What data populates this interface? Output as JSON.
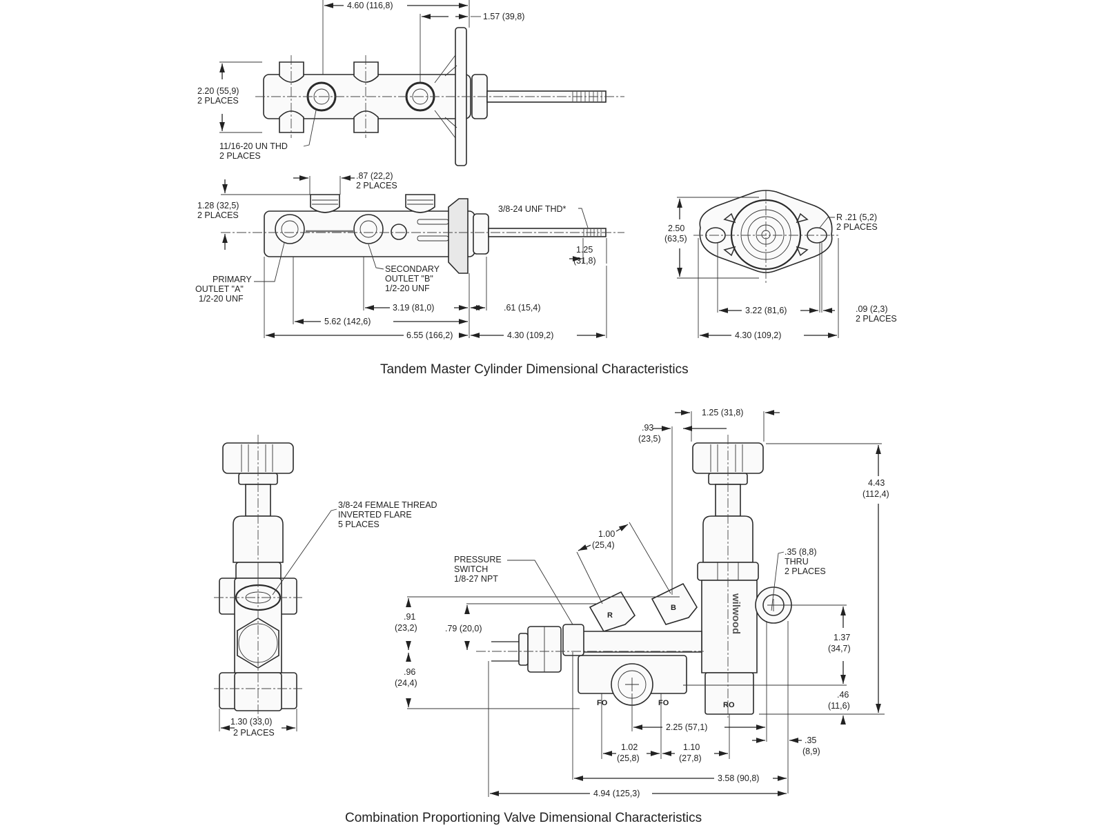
{
  "captions": {
    "top": "Tandem Master Cylinder Dimensional Characteristics",
    "bottom": "Combination Proportioning Valve Dimensional Characteristics"
  },
  "master_cylinder": {
    "top_view": {
      "dim_4_60": "4.60 (116,8)",
      "dim_1_57": "1.57 (39,8)",
      "dim_2_20": "2.20 (55,9)",
      "dim_2_20_note": "2 PLACES",
      "thread_note_1": "11/16-20 UN THD",
      "thread_note_2": "2 PLACES"
    },
    "side_view": {
      "dim_87": ".87 (22,2)",
      "dim_87_note": "2 PLACES",
      "dim_1_28": "1.28 (32,5)",
      "dim_1_28_note": "2 PLACES",
      "rod_thread": "3/8-24 UNF THD*",
      "dim_1_25_a": "1.25",
      "dim_1_25_b": "(31,8)",
      "primary_1": "PRIMARY",
      "primary_2": "OUTLET \"A\"",
      "primary_3": "1/2-20 UNF",
      "secondary_1": "SECONDARY",
      "secondary_2": "OUTLET \"B\"",
      "secondary_3": "1/2-20 UNF",
      "dim_3_19": "3.19 (81,0)",
      "dim_61": ".61 (15,4)",
      "dim_5_62": "5.62 (142,6)",
      "dim_6_55": "6.55 (166,2)",
      "dim_4_30": "4.30 (109,2)"
    },
    "end_view": {
      "dim_2_50_a": "2.50",
      "dim_2_50_b": "(63,5)",
      "radius_1": "R .21 (5,2)",
      "radius_2": "2 PLACES",
      "dim_3_22": "3.22 (81,6)",
      "dim_09_a": ".09 (2,3)",
      "dim_09_b": "2 PLACES",
      "dim_4_30": "4.30 (109,2)"
    }
  },
  "valve": {
    "front_view": {
      "flare_1": "3/8-24 FEMALE THREAD",
      "flare_2": "INVERTED FLARE",
      "flare_3": "5 PLACES",
      "dim_1_30": "1.30 (33,0)",
      "dim_1_30_note": "2 PLACES"
    },
    "side_view": {
      "dim_1_25": "1.25 (31,8)",
      "dim_93_a": ".93",
      "dim_93_b": "(23,5)",
      "dim_4_43_a": "4.43",
      "dim_4_43_b": "(112,4)",
      "dim_1_00_a": "1.00",
      "dim_1_00_b": "(25,4)",
      "pressure_1": "PRESSURE",
      "pressure_2": "SWITCH",
      "pressure_3": "1/8-27 NPT",
      "hole_1": ".35 (8,8)",
      "hole_2": "THRU",
      "hole_3": "2 PLACES",
      "dim_91_a": ".91",
      "dim_91_b": "(23,2)",
      "dim_79": ".79 (20,0)",
      "dim_96_a": ".96",
      "dim_96_b": "(24,4)",
      "dim_1_37_a": "1.37",
      "dim_1_37_b": "(34,7)",
      "dim_46_a": ".46",
      "dim_46_b": "(11,6)",
      "dim_2_25": "2.25 (57,1)",
      "dim_35_a": ".35",
      "dim_35_b": "(8,9)",
      "dim_1_02_a": "1.02",
      "dim_1_02_b": "(25,8)",
      "dim_1_10_a": "1.10",
      "dim_1_10_b": "(27,8)",
      "dim_3_58": "3.58 (90,8)",
      "dim_4_94": "4.94 (125,3)",
      "port_fo_1": "FO",
      "port_fo_2": "FO",
      "port_ro": "RO",
      "port_r": "R",
      "port_b": "B",
      "brand": "wilwood"
    }
  }
}
